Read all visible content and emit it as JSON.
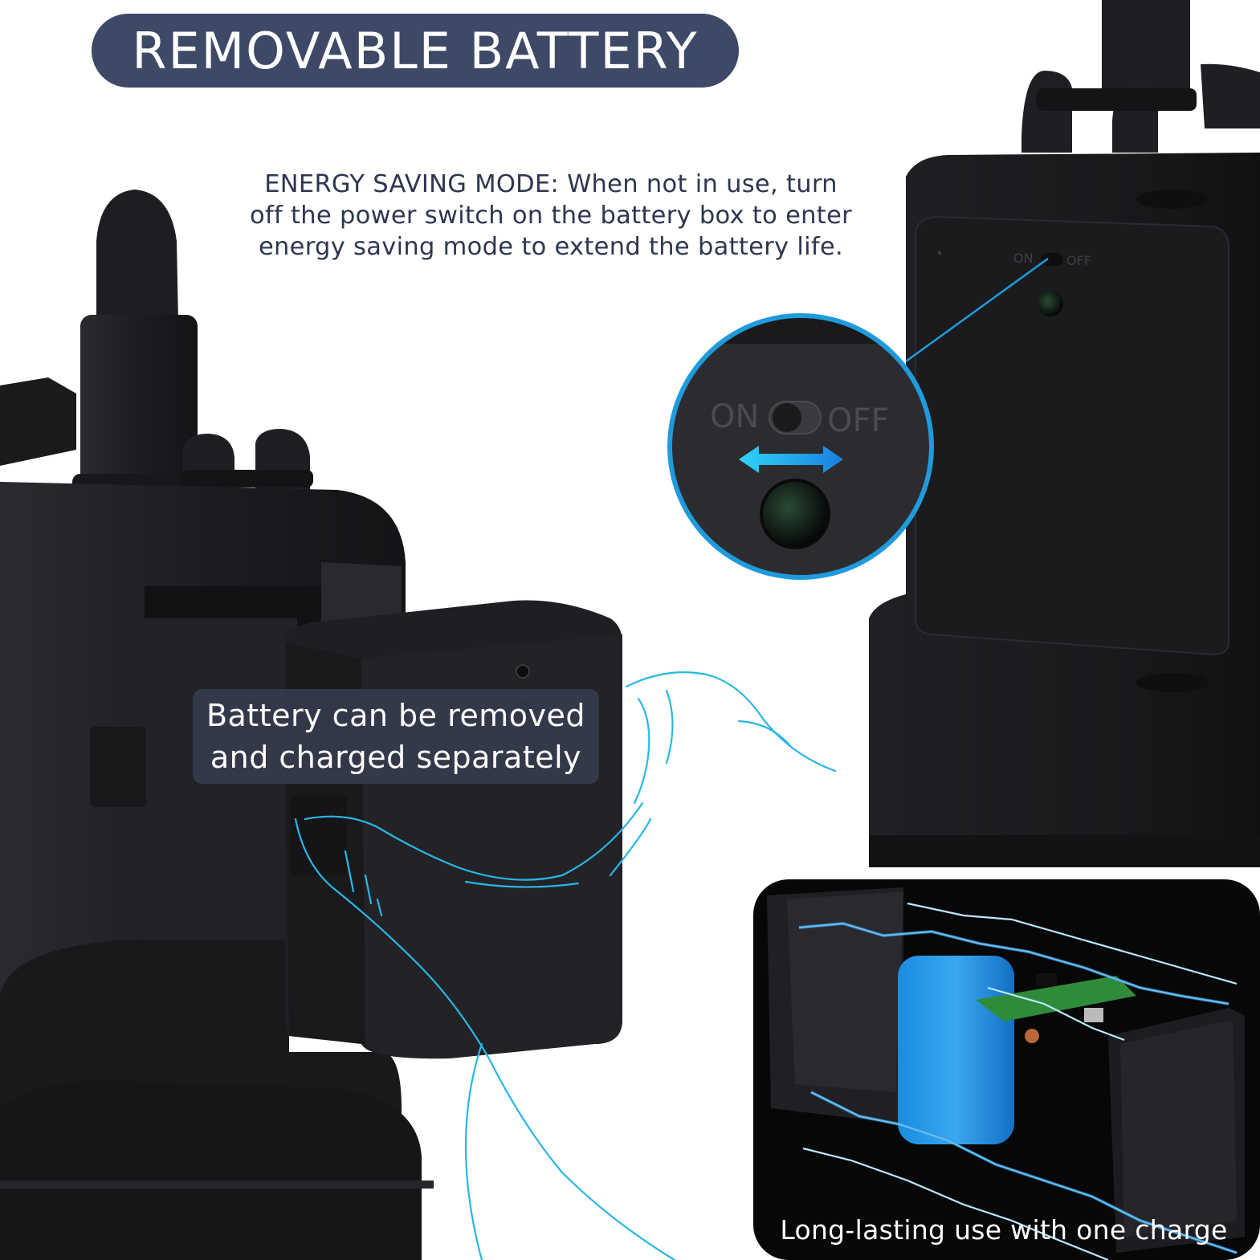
{
  "title": "REMOVABLE BATTERY",
  "energy_saving": {
    "lines": [
      "ENERGY SAVING MODE: When not in use, turn",
      "off the power switch on the battery box to enter",
      "energy saving mode to extend the battery life."
    ]
  },
  "battery_caption": {
    "lines": [
      "Battery can be removed",
      "and charged separately"
    ]
  },
  "zoom_switch": {
    "on_label": "ON",
    "off_label": "OFF"
  },
  "battery_box_switch": {
    "on_label": "ON",
    "off_label": "OFF"
  },
  "inset_caption": "Long-lasting use with one charge",
  "colors": {
    "title_bg": "#3d4966",
    "text_dark": "#2e3650",
    "device_black": "#1c1c1f",
    "accent_blue": "#1f9bdc",
    "battery_blue": "#2f8fe0",
    "pcb_green": "#2e8b3a"
  }
}
